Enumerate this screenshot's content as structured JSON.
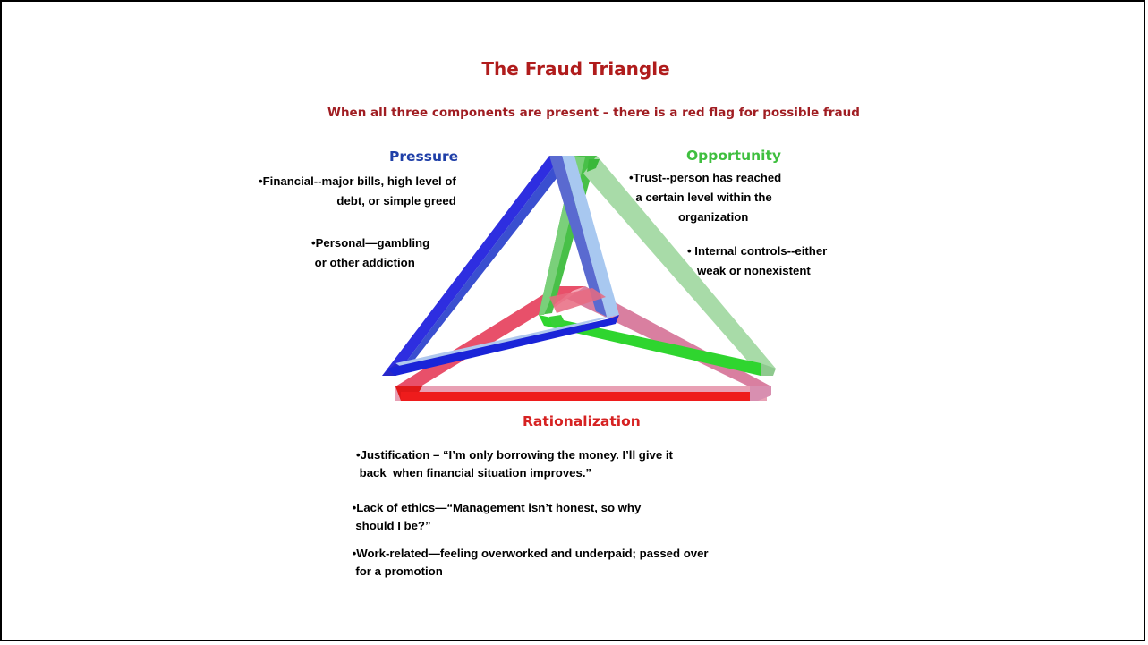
{
  "title": "The Fraud Triangle",
  "subtitle": "When all three components are present – there is a red flag for possible fraud",
  "pressure": {
    "heading": "Pressure",
    "color": "#1f3fa8",
    "item1": "•Financial--major bills, high level of\n     debt, or simple greed",
    "item2": "•Personal—gambling\n or other addiction"
  },
  "opportunity": {
    "heading": "Opportunity",
    "color": "#3fbf3f",
    "item1": "•Trust--person has reached\n  a certain level within the\n               organization",
    "item2": "• Internal controls--either\n   weak or nonexistent"
  },
  "rationalization": {
    "heading": "Rationalization",
    "color": "#d62222",
    "item1": "•Justification – “I’m only borrowing the money. I’ll give it\n back  when financial situation improves.”",
    "item2": " •Lack of ethics—“Management isn’t honest, so why\n  should I be?”",
    "item3": " •Work-related—feeling overworked and underpaid; passed over\n  for a promotion"
  }
}
